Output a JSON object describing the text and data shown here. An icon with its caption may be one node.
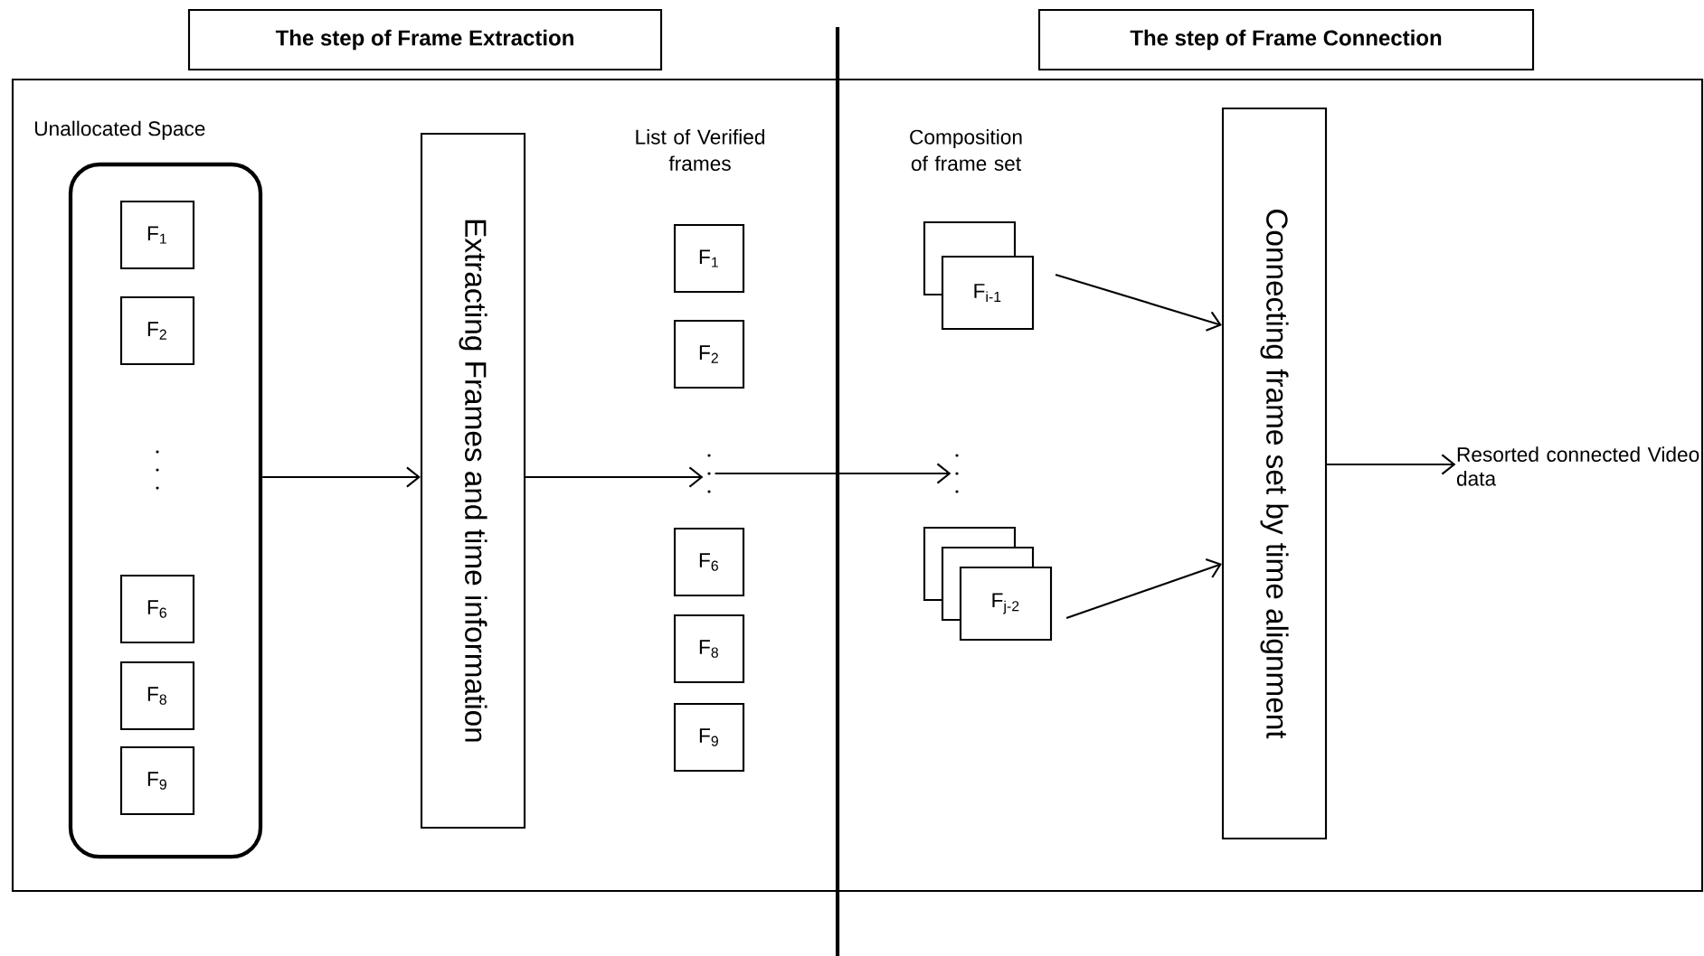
{
  "diagram": {
    "nodes": [
      {
        "text": [
          "The step of Frame Extraction"
        ]
      },
      {
        "text": [
          "The step of Frame Connection"
        ]
      },
      {
        "text": [
          "Unallocated Space"
        ]
      },
      {
        "text": [
          "F$_{1}$"
        ],
        "in": 2
      },
      {
        "text": [
          "F$_{2}$"
        ],
        "in": 2
      },
      {
        "text": [],
        "shape": "ellipsis",
        "in": 2
      },
      {
        "text": [
          "F$_{6}$"
        ],
        "in": 2
      },
      {
        "text": [
          "F$_{8}$"
        ],
        "in": 2
      },
      {
        "text": [
          "F$_{9}$"
        ],
        "in": 2
      },
      {
        "text": [
          "Extracting Frames and time information"
        ]
      },
      {
        "text": [
          "F$_{1}$"
        ]
      },
      {
        "text": [
          "F$_{2}$"
        ]
      },
      {
        "text": [],
        "shape": "ellipsis"
      },
      {
        "text": [
          "F$_{6}$"
        ]
      },
      {
        "text": [
          "F$_{8}$"
        ]
      },
      {
        "text": [
          "F$_{9}$"
        ]
      },
      {
        "text": [
          "F$_{i-1}$"
        ]
      },
      {
        "text": [],
        "shape": "ellipsis"
      },
      {
        "text": [
          "F$_{j-2}$"
        ]
      },
      {
        "text": [
          "Connecting frame set by time alignment"
        ]
      },
      {
        "text": [
          "Resorted connected Video data"
        ]
      }
    ],
    "edges": [
      {
        "from": 2,
        "to": 9,
        "arrow": "to"
      },
      {
        "from": 9,
        "to": 12,
        "arrow": "to"
      },
      {
        "from": 12,
        "to": 17,
        "arrow": "to"
      },
      {
        "from": 16,
        "to": 19,
        "arrow": "to"
      },
      {
        "from": 18,
        "to": 19,
        "arrow": "to"
      },
      {
        "from": 19,
        "to": 20,
        "arrow": "to"
      }
    ],
    "labels": [
      "List of Verified frames",
      "Composition of frame set"
    ]
  }
}
